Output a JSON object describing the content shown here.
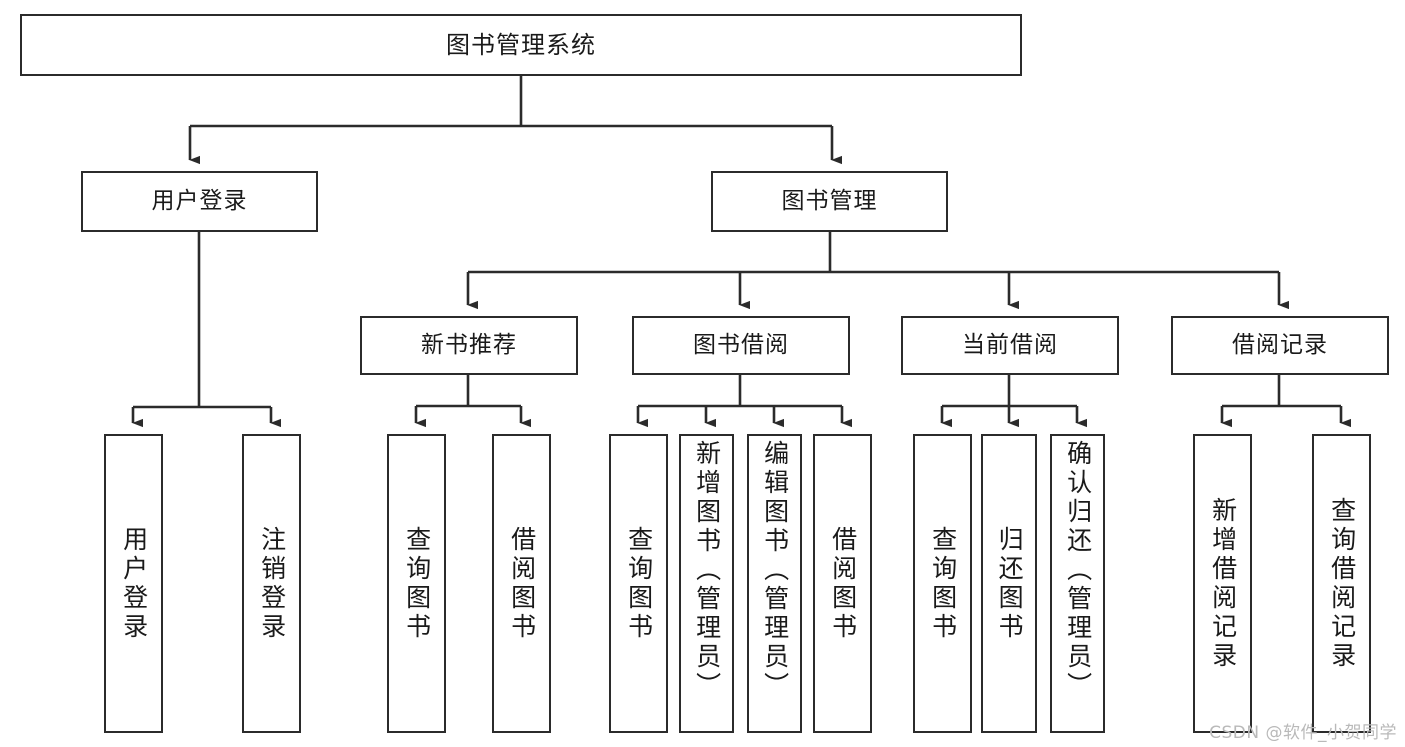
{
  "diagram": {
    "type": "tree-hierarchy",
    "title": "图书管理系统",
    "watermark": "CSDN @软件_小贺同学",
    "colors": {
      "background": "#ffffff",
      "box_border": "#2b2b2b",
      "box_fill": "#ffffff",
      "connector": "#2b2b2b",
      "text": "#1a1a1a",
      "watermark": "#b9b9b9"
    },
    "nodes": {
      "root": {
        "label": "图书管理系统",
        "level": 0,
        "orientation": "horizontal"
      },
      "user_login": {
        "label": "用户登录",
        "level": 1,
        "orientation": "horizontal"
      },
      "book_manage": {
        "label": "图书管理",
        "level": 1,
        "orientation": "horizontal"
      },
      "new_book_rec": {
        "label": "新书推荐",
        "level": 2,
        "orientation": "horizontal"
      },
      "book_borrow": {
        "label": "图书借阅",
        "level": 2,
        "orientation": "horizontal"
      },
      "current_borrow": {
        "label": "当前借阅",
        "level": 2,
        "orientation": "horizontal"
      },
      "borrow_record": {
        "label": "借阅记录",
        "level": 2,
        "orientation": "horizontal"
      },
      "leaf_user_login": {
        "label": "用户登录",
        "level": 3,
        "orientation": "vertical"
      },
      "leaf_logout": {
        "label": "注销登录",
        "level": 3,
        "orientation": "vertical"
      },
      "leaf_query_book_a": {
        "label": "查询图书",
        "level": 3,
        "orientation": "vertical"
      },
      "leaf_borrow_book_a": {
        "label": "借阅图书",
        "level": 3,
        "orientation": "vertical"
      },
      "leaf_query_book_b": {
        "label": "查询图书",
        "level": 3,
        "orientation": "vertical"
      },
      "leaf_add_book": {
        "label": "新增图书（管理员）",
        "level": 3,
        "orientation": "vertical"
      },
      "leaf_edit_book": {
        "label": "编辑图书（管理员）",
        "level": 3,
        "orientation": "vertical"
      },
      "leaf_borrow_book_b": {
        "label": "借阅图书",
        "level": 3,
        "orientation": "vertical"
      },
      "leaf_query_book_c": {
        "label": "查询图书",
        "level": 3,
        "orientation": "vertical"
      },
      "leaf_return_book": {
        "label": "归还图书",
        "level": 3,
        "orientation": "vertical"
      },
      "leaf_confirm_return": {
        "label": "确认归还（管理员）",
        "level": 3,
        "orientation": "vertical"
      },
      "leaf_add_record": {
        "label": "新增借阅记录",
        "level": 3,
        "orientation": "vertical"
      },
      "leaf_query_record": {
        "label": "查询借阅记录",
        "level": 3,
        "orientation": "vertical"
      }
    },
    "edges": [
      {
        "from": "root",
        "to": "user_login"
      },
      {
        "from": "root",
        "to": "book_manage"
      },
      {
        "from": "book_manage",
        "to": "new_book_rec"
      },
      {
        "from": "book_manage",
        "to": "book_borrow"
      },
      {
        "from": "book_manage",
        "to": "current_borrow"
      },
      {
        "from": "book_manage",
        "to": "borrow_record"
      },
      {
        "from": "user_login",
        "to": "leaf_user_login"
      },
      {
        "from": "user_login",
        "to": "leaf_logout"
      },
      {
        "from": "new_book_rec",
        "to": "leaf_query_book_a"
      },
      {
        "from": "new_book_rec",
        "to": "leaf_borrow_book_a"
      },
      {
        "from": "book_borrow",
        "to": "leaf_query_book_b"
      },
      {
        "from": "book_borrow",
        "to": "leaf_add_book"
      },
      {
        "from": "book_borrow",
        "to": "leaf_edit_book"
      },
      {
        "from": "book_borrow",
        "to": "leaf_borrow_book_b"
      },
      {
        "from": "current_borrow",
        "to": "leaf_query_book_c"
      },
      {
        "from": "current_borrow",
        "to": "leaf_return_book"
      },
      {
        "from": "current_borrow",
        "to": "leaf_confirm_return"
      },
      {
        "from": "borrow_record",
        "to": "leaf_add_record"
      },
      {
        "from": "borrow_record",
        "to": "leaf_query_record"
      }
    ]
  }
}
